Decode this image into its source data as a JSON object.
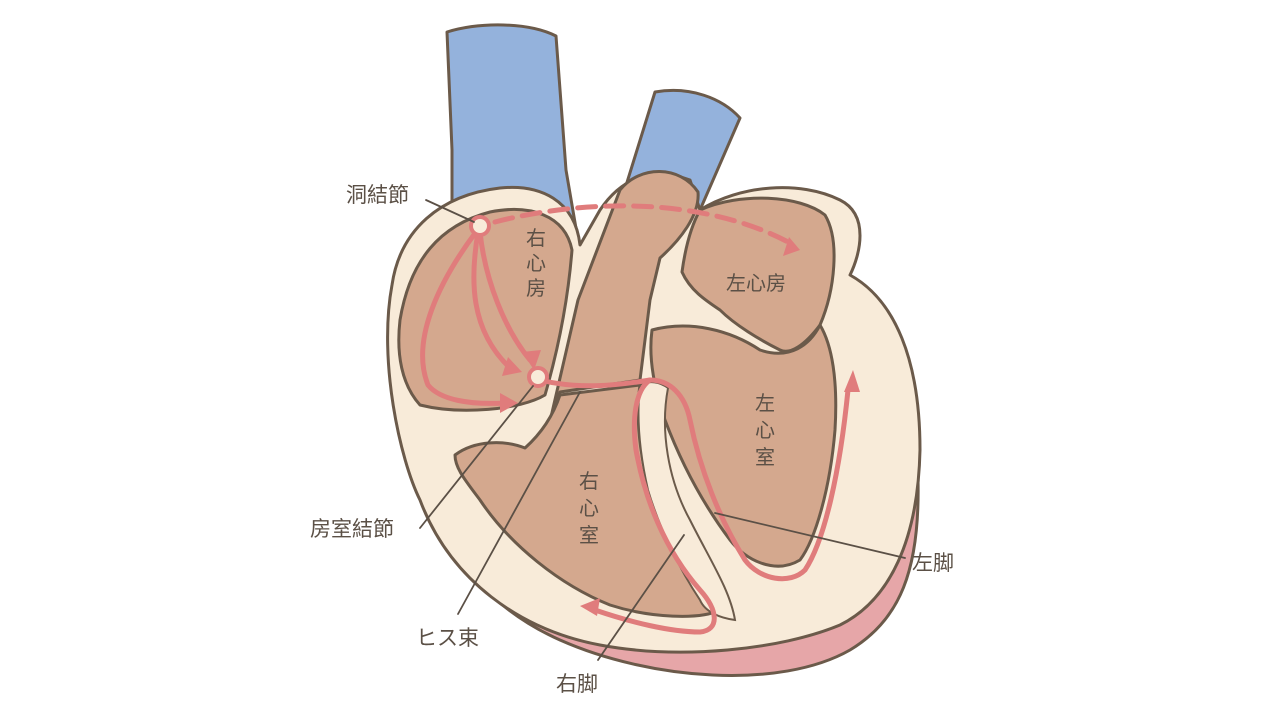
{
  "labels": {
    "sa_node": "洞結節",
    "av_node": "房室結節",
    "his_bundle": "ヒス束",
    "right_bundle_branch": "右脚",
    "left_bundle_branch": "左脚"
  },
  "chambers": {
    "right_atrium": [
      "右",
      "心",
      "房"
    ],
    "left_atrium": "左心房",
    "left_ventricle": [
      "左",
      "心",
      "室"
    ],
    "right_ventricle": [
      "右",
      "心",
      "室"
    ]
  },
  "colors": {
    "vessel": "#94b2dc",
    "tissue": "#f8ebd9",
    "chamber": "#d4a88e",
    "conduction": "#e07c7c",
    "epicardium": "#e6a6a8",
    "outline": "#6b5a4a",
    "text": "#5b5046"
  }
}
